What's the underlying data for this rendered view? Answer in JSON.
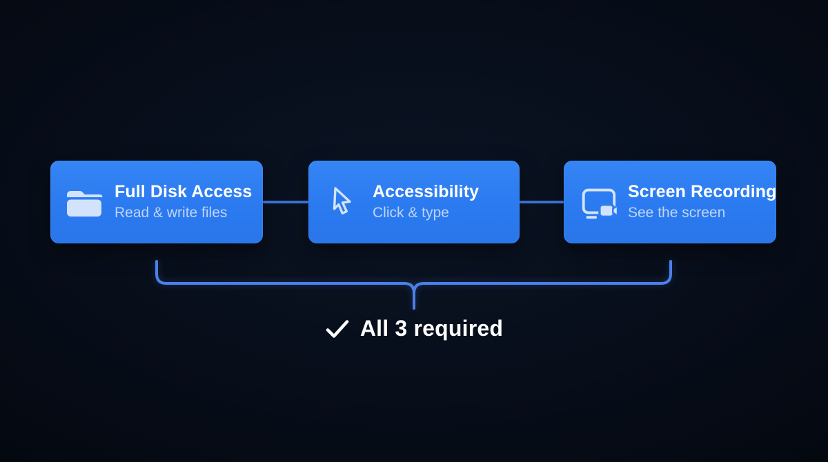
{
  "diagram": {
    "cards": [
      {
        "id": "full-disk-access",
        "icon": "folder-icon",
        "title": "Full Disk Access",
        "subtitle": "Read & write files"
      },
      {
        "id": "accessibility",
        "icon": "cursor-icon",
        "title": "Accessibility",
        "subtitle": "Click & type"
      },
      {
        "id": "screen-recording",
        "icon": "screen-recording-icon",
        "title": "Screen Recording",
        "subtitle": "See the screen"
      }
    ],
    "footer": {
      "icon": "check-icon",
      "label": "All 3 required"
    }
  },
  "colors": {
    "background": "#060b16",
    "card_blue": "#2e7ef2",
    "title_text": "#ffffff",
    "subtitle_text": "#bed5f7",
    "icon_light": "#d2e3fb",
    "connector_line": "#3b6fd2",
    "brace_line": "#4b80e8",
    "footer_text": "#ffffff"
  }
}
